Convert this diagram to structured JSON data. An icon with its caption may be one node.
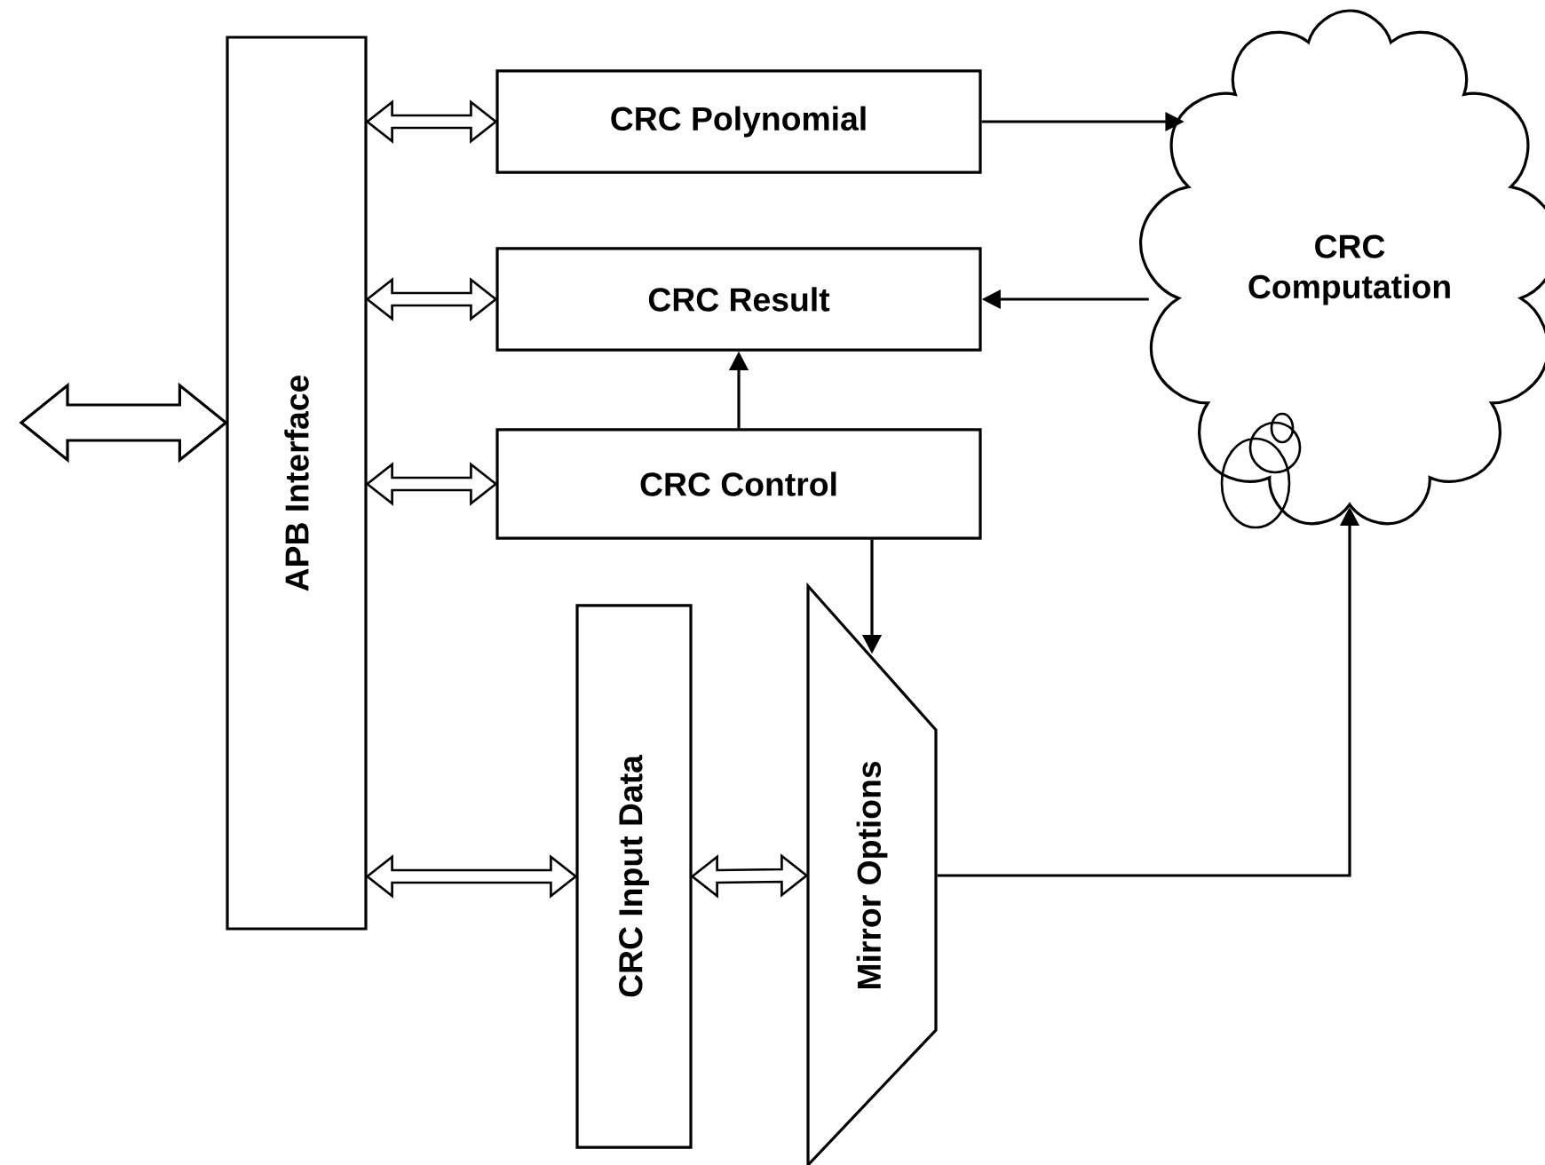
{
  "diagram": {
    "nodes": [
      {
        "text": [
          "APB Interface"
        ]
      },
      {
        "text": [
          "CRC Polynomial"
        ]
      },
      {
        "text": [
          "CRC Result"
        ]
      },
      {
        "text": [
          "CRC Control"
        ]
      },
      {
        "text": [
          "CRC Input Data"
        ]
      },
      {
        "text": [
          "Mirror Options"
        ]
      },
      {
        "text": [
          "CRC Computation"
        ]
      }
    ],
    "edges": [
      {
        "from": null,
        "to": 0,
        "arrow": "both",
        "style": "thick"
      },
      {
        "from": 0,
        "to": 1,
        "arrow": "both",
        "style": "thick"
      },
      {
        "from": 0,
        "to": 2,
        "arrow": "both",
        "style": "thick"
      },
      {
        "from": 0,
        "to": 3,
        "arrow": "both",
        "style": "thick"
      },
      {
        "from": 0,
        "to": 4,
        "arrow": "both",
        "style": "thick"
      },
      {
        "from": 4,
        "to": 5,
        "arrow": "both",
        "style": "thick"
      },
      {
        "from": 1,
        "to": 6,
        "arrow": "to"
      },
      {
        "from": 6,
        "to": 2,
        "arrow": "to"
      },
      {
        "from": 3,
        "to": 2,
        "arrow": "to"
      },
      {
        "from": 3,
        "to": 5,
        "arrow": "to"
      },
      {
        "from": 5,
        "to": 6,
        "arrow": "to"
      }
    ]
  }
}
